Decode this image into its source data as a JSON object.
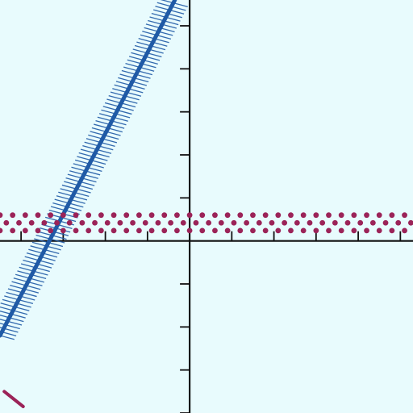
{
  "chart_data": {
    "type": "line",
    "title": "",
    "xlabel": "",
    "ylabel": "",
    "xlim": [
      -4.5,
      5.3
    ],
    "ylim": [
      -4,
      5.6
    ],
    "grid": false,
    "legend": "none",
    "x_ticks": [
      -4,
      -3,
      -2,
      -1,
      1,
      2,
      3,
      4,
      5
    ],
    "y_ticks": [
      -4,
      -3,
      -2,
      -1,
      1,
      2,
      3,
      4,
      5
    ],
    "series": [
      {
        "kind": "line-with-hatch-band",
        "color": "#1f5aa6",
        "points": [
          {
            "x": -4.5,
            "y": -2.2
          },
          {
            "x": -0.35,
            "y": 5.6
          }
        ]
      },
      {
        "kind": "dotted-band",
        "color": "#9b2358",
        "y_rows": [
          0.6,
          0.42,
          0.24
        ],
        "x_start": -4.5,
        "x_end": 5.3,
        "x_step": 0.3
      },
      {
        "kind": "short-segment",
        "color": "#9b2358",
        "points": [
          {
            "x": -4.4,
            "y": -3.5
          },
          {
            "x": -3.95,
            "y": -3.85
          }
        ]
      }
    ]
  }
}
